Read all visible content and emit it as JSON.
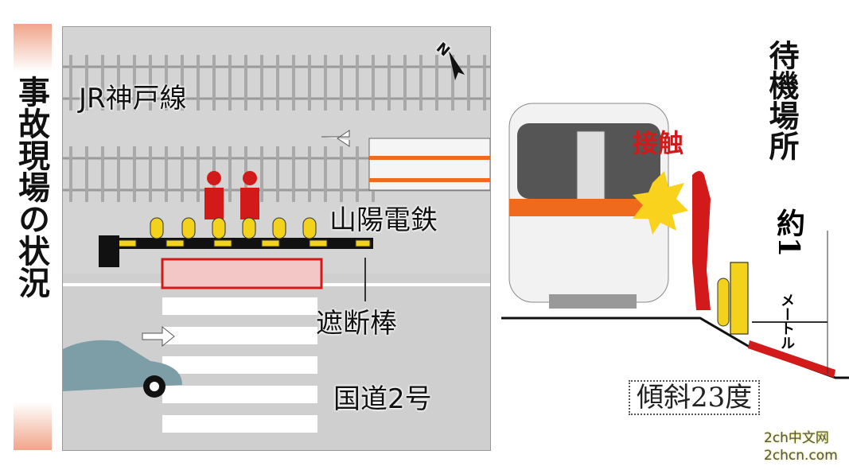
{
  "title": "事故現場の状況",
  "map": {
    "line_jr": "JR神戸線",
    "line_sanyo": "山陽電鉄",
    "barrier": "遮断棒",
    "road": "国道2号",
    "north": "N"
  },
  "detail": {
    "contact": "接触",
    "waiting_area": "待機場所",
    "distance": "約1",
    "distance_unit": "メートル",
    "slope": "傾斜23度"
  },
  "watermark": {
    "line1": "2ch中文网",
    "line2": "2chcn.com"
  },
  "colors": {
    "accent": "#d21a1a",
    "train_stripe": "#f06a1e",
    "barrier_yellow": "#f3d21c"
  }
}
